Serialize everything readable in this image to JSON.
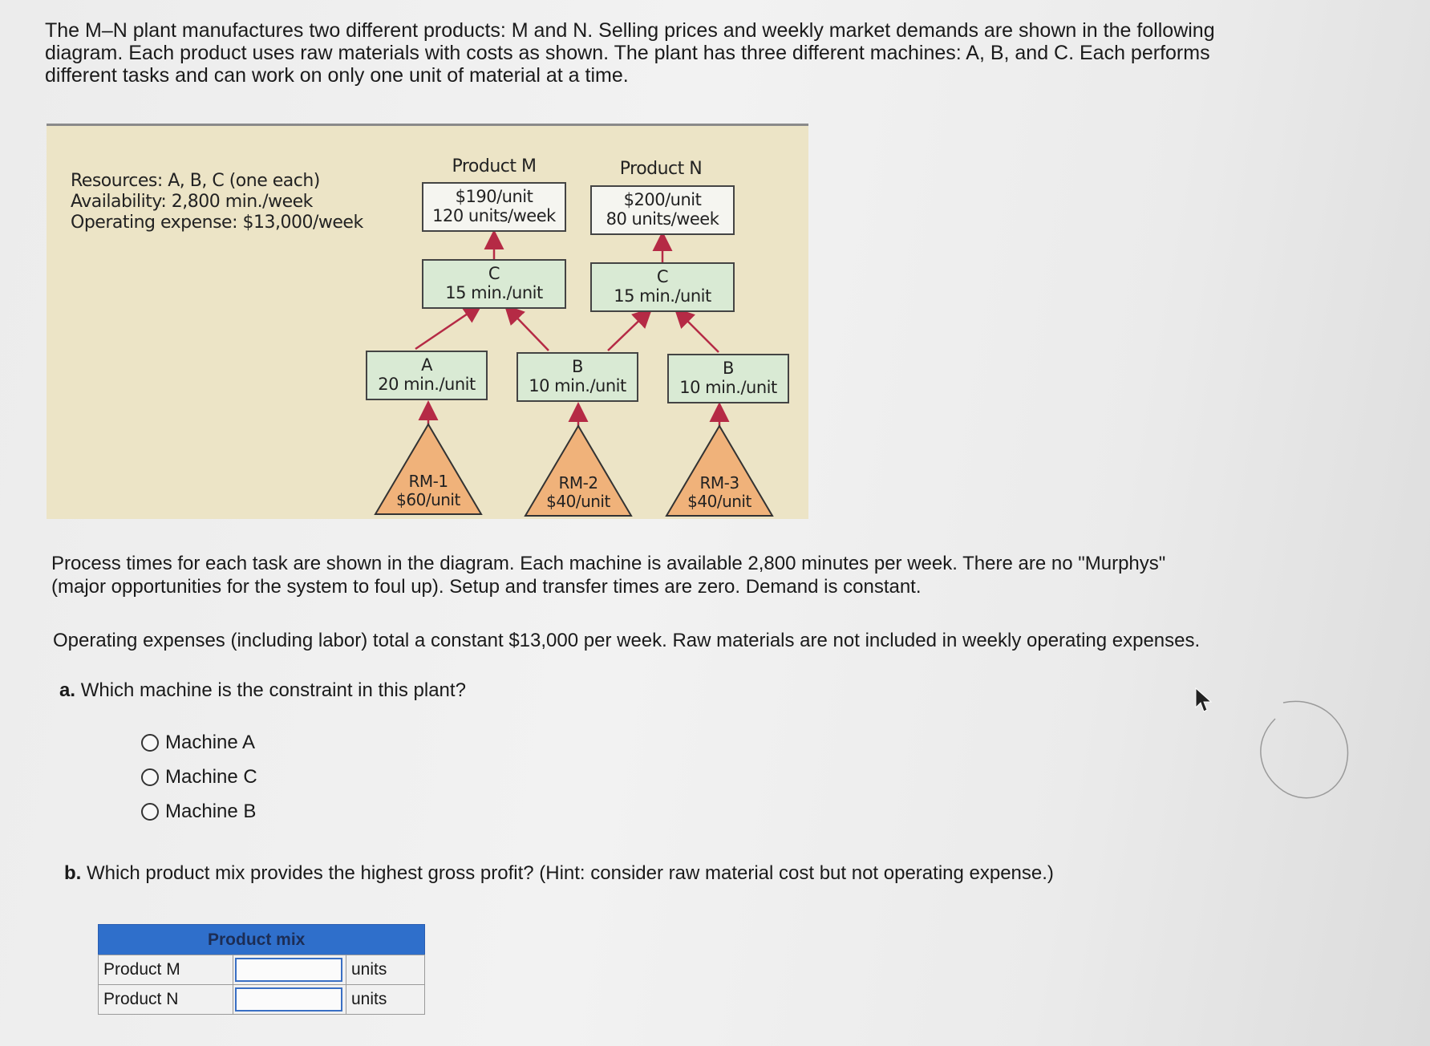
{
  "intro": {
    "lines": [
      "The M–N plant manufactures two different products: M and N. Selling prices and weekly market demands are shown in the following",
      "diagram. Each product uses raw materials with costs as shown. The plant has three different machines: A, B, and C. Each performs",
      "different tasks and can work on only one unit of material at a time."
    ]
  },
  "diagram": {
    "resources": "Resources: A, B, C (one each)",
    "availability": "Availability: 2,800 min./week",
    "operating_expense": "Operating expense: $13,000/week",
    "product_m": {
      "title": "Product M",
      "price": "$190/unit",
      "demand": "120 units/week"
    },
    "product_n": {
      "title": "Product N",
      "price": "$200/unit",
      "demand": "80 units/week"
    },
    "c_left": {
      "machine": "C",
      "time": "15 min./unit"
    },
    "c_right": {
      "machine": "C",
      "time": "15 min./unit"
    },
    "a_box": {
      "machine": "A",
      "time": "20 min./unit"
    },
    "b_mid": {
      "machine": "B",
      "time": "10 min./unit"
    },
    "b_right": {
      "machine": "B",
      "time": "10 min./unit"
    },
    "rm1": {
      "name": "RM-1",
      "cost": "$60/unit"
    },
    "rm2": {
      "name": "RM-2",
      "cost": "$40/unit"
    },
    "rm3": {
      "name": "RM-3",
      "cost": "$40/unit"
    },
    "colors": {
      "arrow": "#b52a45",
      "box_fill": "#d9ead4",
      "triangle_fill": "#f0b27a",
      "background": "#ece4c6"
    }
  },
  "process_text": {
    "line1": "Process times for each task are shown in the diagram. Each machine is available 2,800 minutes per week. There are no \"Murphys\"",
    "line2": "(major opportunities for the system to foul up). Setup and transfer times are zero. Demand is constant."
  },
  "opex_text": "Operating expenses (including labor) total a constant $13,000 per week. Raw materials are not included in weekly operating expenses.",
  "question_a": {
    "label": "a.",
    "text": "Which machine is the constraint in this plant?",
    "options": [
      "Machine A",
      "Machine C",
      "Machine B"
    ]
  },
  "question_b": {
    "label": "b.",
    "text": "Which product mix provides the highest gross profit? (Hint: consider raw material cost but not operating expense.)"
  },
  "product_mix": {
    "header": "Product mix",
    "rows": [
      {
        "label": "Product M",
        "value": "",
        "unit": "units"
      },
      {
        "label": "Product N",
        "value": "",
        "unit": "units"
      }
    ]
  }
}
